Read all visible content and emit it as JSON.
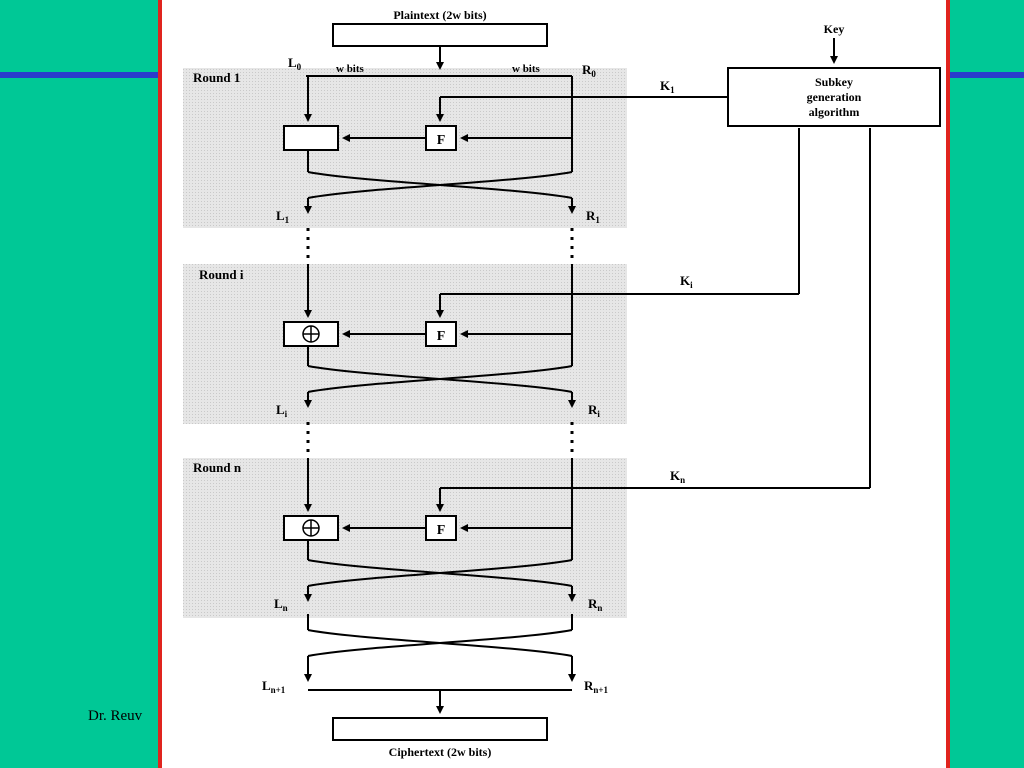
{
  "slide": {
    "footer": "Dr. Reuv",
    "colors": {
      "background": "#00c896",
      "stripe": "#2a3ccc",
      "frame_border": "#e0241e",
      "round_shade": "#e2e2e2"
    }
  },
  "diagram": {
    "plaintext": "Plaintext (2w bits)",
    "ciphertext": "Ciphertext (2w bits)",
    "key": "Key",
    "subkey_line1": "Subkey",
    "subkey_line2": "generation",
    "subkey_line3": "algorithm",
    "w_bits_left": "w bits",
    "w_bits_right": "w bits",
    "rounds": [
      {
        "label": "Round 1",
        "subkey": "K",
        "subkey_sub": "1",
        "f": "F",
        "in_left": "L",
        "in_left_sub": "0",
        "in_right": "R",
        "in_right_sub": "0",
        "out_left": "L",
        "out_left_sub": "1",
        "out_right": "R",
        "out_right_sub": "1"
      },
      {
        "label": "Round i",
        "subkey": "K",
        "subkey_sub": "i",
        "f": "F",
        "out_left": "L",
        "out_left_sub": "i",
        "out_right": "R",
        "out_right_sub": "i"
      },
      {
        "label": "Round n",
        "subkey": "K",
        "subkey_sub": "n",
        "f": "F",
        "out_left": "L",
        "out_left_sub": "n",
        "out_right": "R",
        "out_right_sub": "n"
      }
    ],
    "final_left": "L",
    "final_left_sub": "n+1",
    "final_right": "R",
    "final_right_sub": "n+1"
  }
}
